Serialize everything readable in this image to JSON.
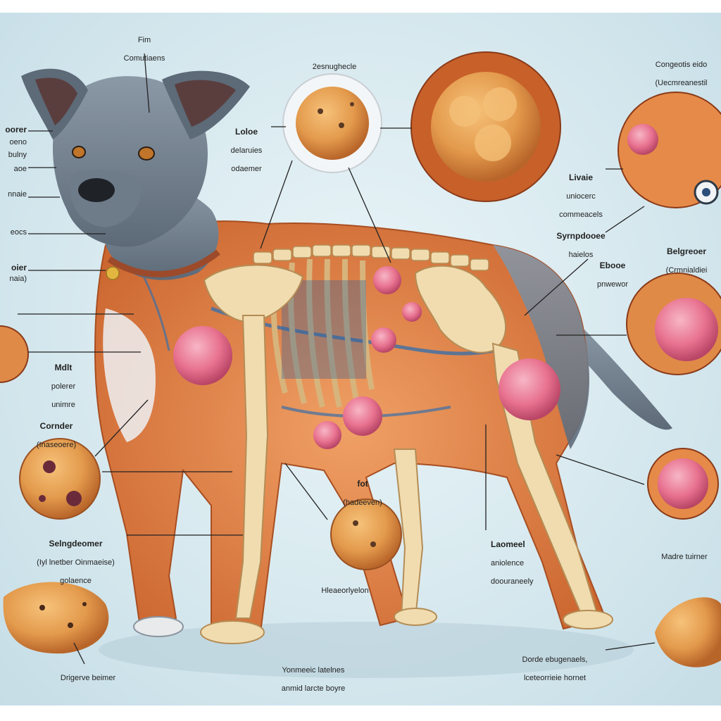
{
  "colors": {
    "background": "#d7e9ef",
    "muscle": "#e07a3c",
    "bone": "#ecd3a4",
    "fur": "#7c8a99",
    "tumor_pink": "#e8728f",
    "fat_tumor": "#e39a4c",
    "vessel": "#3b6fa8"
  },
  "labels": {
    "top_center_1": "Fim",
    "top_center_2": "Comutiaens",
    "top_mid": "2esnughecle",
    "top_right_1": "Congeotis eido",
    "top_right_2": "(Uecmreanestil",
    "left_1": "oorer",
    "left_2": "oeno",
    "left_3": "bulny",
    "left_4": "aoe",
    "left_5": "nnaie",
    "left_6": "eocs",
    "left_7": "oier",
    "left_8": "naia)",
    "lobes_1": "Loloe",
    "lobes_2": "delaruies",
    "lobes_3": "odaemer",
    "lipoma_1": "Livaie",
    "lipoma_2": "uniocerc",
    "lipoma_3": "commeacels",
    "symp_1": "Syrnpdooee",
    "symp_2": "haielos",
    "right_1": "Belgreoer",
    "right_2": "(Crmnialdiei",
    "ebooe_1": "Ebooe",
    "ebooe_2": "pnwewor",
    "melt_1": "Mdlt",
    "melt_2": "polerer",
    "melt_3": "unimre",
    "cornder_1": "Cornder",
    "cornder_2": "(Inaseoere)",
    "fot_1": "fot",
    "fot_2": "(hadeeven)",
    "seing_1": "Selngdeomer",
    "seing_2": "(Iyl lnetber Oinmaeise)",
    "seing_3": "golaence",
    "herm": "Hleaeorlyelon",
    "loom_1": "Laomeel",
    "loom_2": "aniolence",
    "loom_3": "doouraneely",
    "madre": "Madre tuirner",
    "bottom_left": "Drigerve beimer",
    "bottom_center_1": "Yonmeeic latelnes",
    "bottom_center_2": "anmid larcte boyre",
    "bottom_right_1": "Dorde ebugenaels,",
    "bottom_right_2": "lceteorrieie hornet"
  }
}
